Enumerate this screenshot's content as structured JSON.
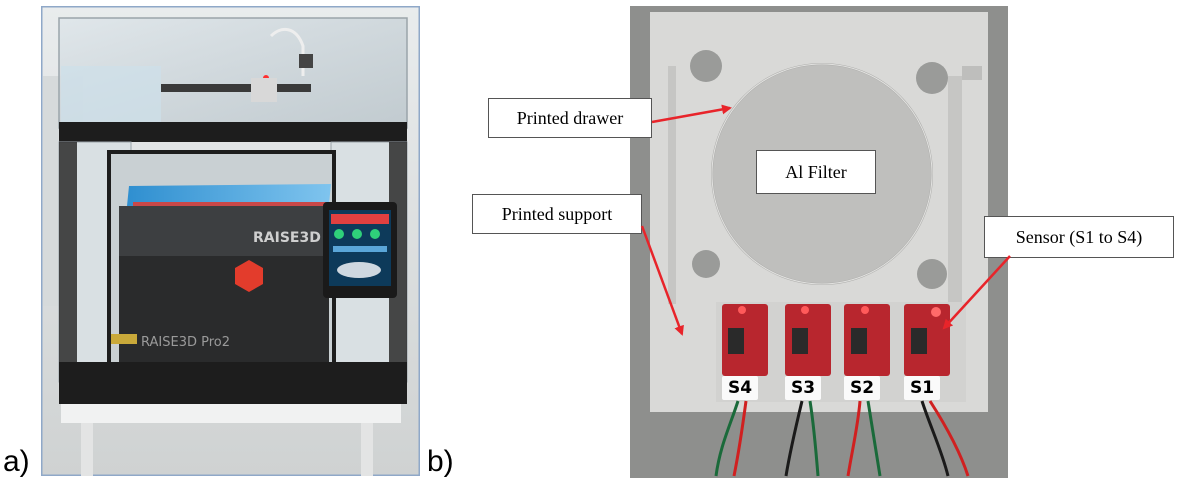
{
  "panel_a": {
    "label": "a)",
    "printer": {
      "brand_text": "RAISE3D",
      "model_text": "RAISE3D Pro2"
    }
  },
  "panel_b": {
    "label": "b)",
    "callouts": {
      "drawer": "Printed drawer",
      "filter": "Al Filter",
      "support": "Printed support",
      "sensor": "Sensor (S1 to S4)"
    },
    "sensors": [
      "S4",
      "S3",
      "S2",
      "S1"
    ]
  },
  "colors": {
    "arrow": "#e8242a",
    "frame_blue": "#8fa8c8",
    "board_red": "#b8262e",
    "plate": "#d9d9d7",
    "filter_disk": "#bfbfbd"
  }
}
